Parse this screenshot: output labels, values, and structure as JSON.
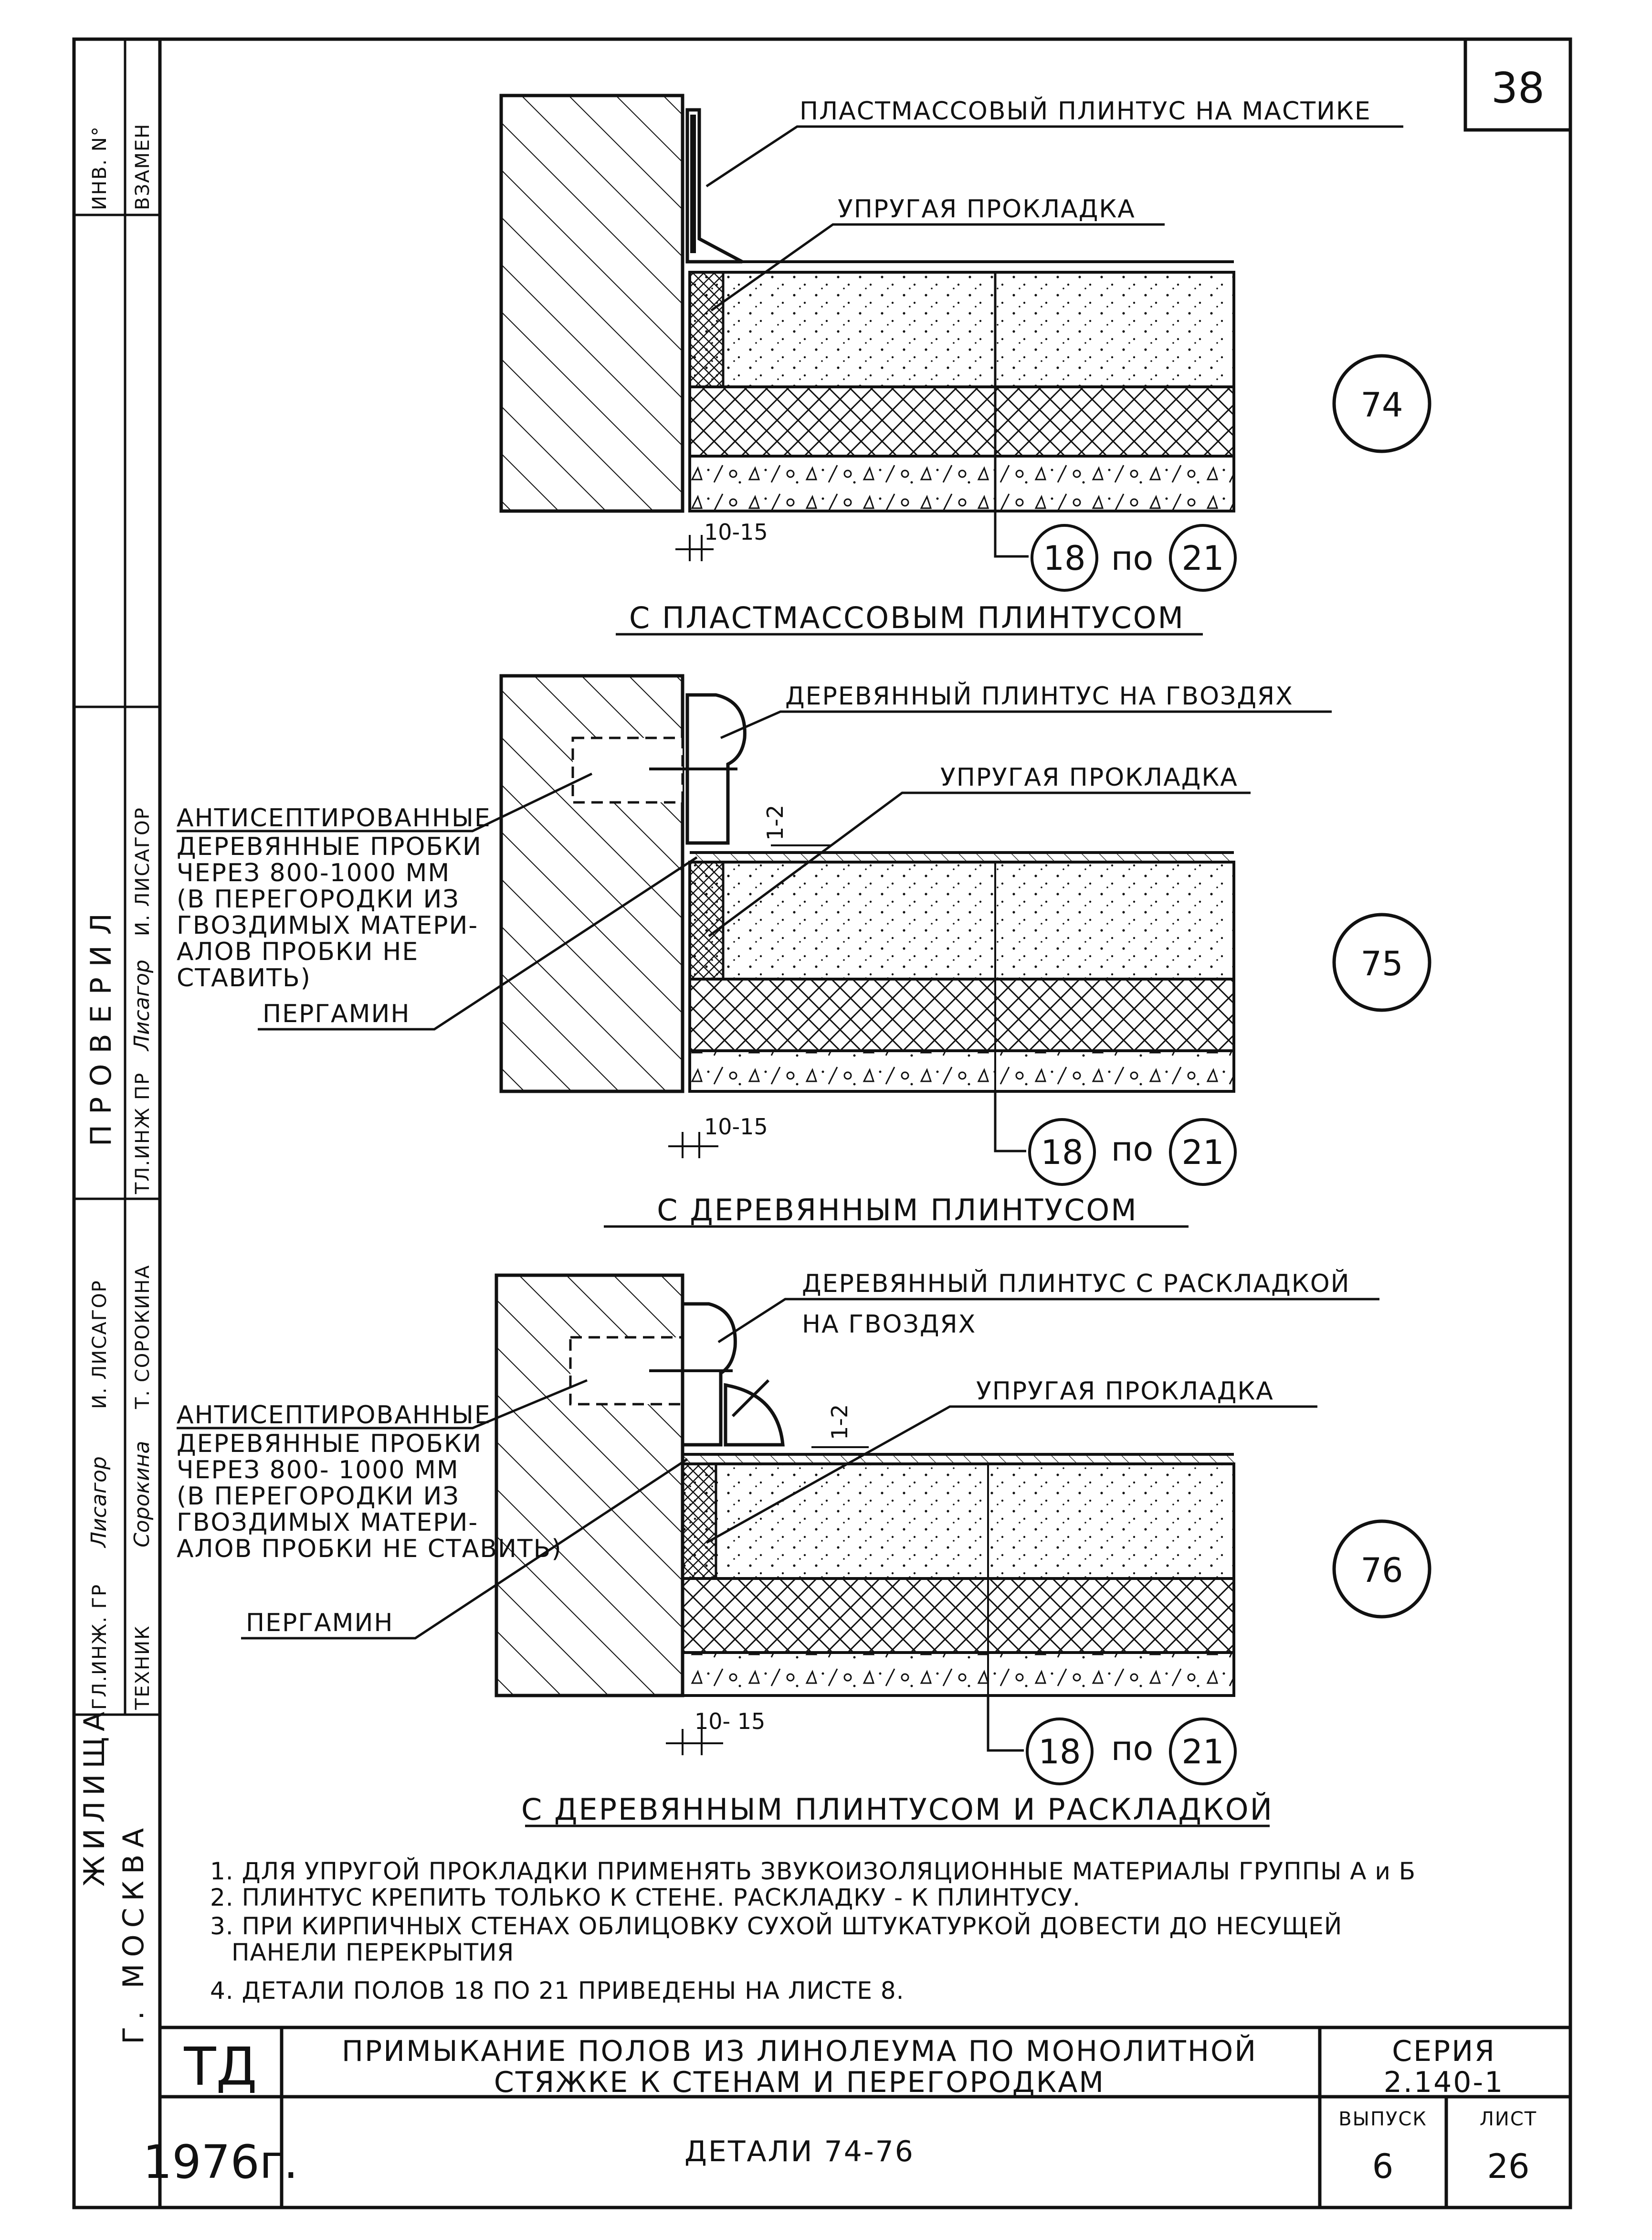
{
  "sheet_number": "38",
  "side_strip": {
    "inv_no": "ИНВ. N°",
    "vzamen": "ВЗАМЕН",
    "proveril": "ПРОВЕРИЛ",
    "tl_inzh_pr": "ТЛ.ИНЖ ПР",
    "lisagor_1": "И. ЛИСАГОР",
    "sorokina": "Т. СОРОКИНА",
    "lisagor_2": "И. ЛИСАГОР",
    "gl_inzh_gr": "ГЛ.ИНЖ. ГР",
    "tekhnik": "ТЕХНИК",
    "org": "ЖИЛИЩА",
    "city": "Г. МОСКВА"
  },
  "details": [
    {
      "number": "74",
      "caption": "С ПЛАСТМАССОВЫМ ПЛИНТУСОМ",
      "labels": {
        "plinth": "ПЛАСТМАССОВЫЙ ПЛИНТУС НА МАСТИКЕ",
        "gasket": "УПРУГАЯ ПРОКЛАДКА"
      },
      "dim_gap": "10-15",
      "ref_from": "18",
      "ref_word": "по",
      "ref_to": "21"
    },
    {
      "number": "75",
      "caption": "С ДЕРЕВЯННЫМ ПЛИНТУСОМ",
      "labels": {
        "plinth": "ДЕРЕВЯННЫЙ ПЛИНТУС НА ГВОЗДЯХ",
        "gasket": "УПРУГАЯ ПРОКЛАДКА",
        "plugs": [
          "АНТИСЕПТИРОВАННЫЕ",
          "ДЕРЕВЯННЫЕ ПРОБКИ",
          "ЧЕРЕЗ 800-1000 ММ",
          "(В ПЕРЕГОРОДКИ ИЗ",
          "ГВОЗДИМЫХ МАТЕРИ-",
          "АЛОВ ПРОБКИ НЕ",
          "СТАВИТЬ)"
        ],
        "pergamin": "ПЕРГАМИН"
      },
      "dim_gap": "10-15",
      "dim_small": "1-2",
      "ref_from": "18",
      "ref_word": "по",
      "ref_to": "21"
    },
    {
      "number": "76",
      "caption": "С ДЕРЕВЯННЫМ ПЛИНТУСОМ И РАСКЛАДКОЙ",
      "labels": {
        "plinth": [
          "ДЕРЕВЯННЫЙ ПЛИНТУС С РАСКЛАДКОЙ",
          "НА ГВОЗДЯХ"
        ],
        "gasket": "УПРУГАЯ ПРОКЛАДКА",
        "plugs": [
          "АНТИСЕПТИРОВАННЫЕ",
          "ДЕРЕВЯННЫЕ ПРОБКИ",
          "ЧЕРЕЗ 800- 1000 ММ",
          "(В ПЕРЕГОРОДКИ ИЗ",
          "ГВОЗДИМЫХ МАТЕРИ-",
          "АЛОВ ПРОБКИ НЕ СТАВИТЬ)"
        ],
        "pergamin": "ПЕРГАМИН"
      },
      "dim_gap": "10- 15",
      "dim_small": "1-2",
      "ref_from": "18",
      "ref_word": "по",
      "ref_to": "21"
    }
  ],
  "notes": [
    "1. ДЛЯ УПРУГОЙ ПРОКЛАДКИ ПРИМЕНЯТЬ ЗВУКОИЗОЛЯЦИОННЫЕ МАТЕРИАЛЫ ГРУППЫ А и Б",
    "2. ПЛИНТУС КРЕПИТЬ ТОЛЬКО К СТЕНЕ. РАСКЛАДКУ - К ПЛИНТУСУ.",
    "3. ПРИ КИРПИЧНЫХ СТЕНАХ ОБЛИЦОВКУ СУХОЙ ШТУКАТУРКОЙ ДОВЕСТИ ДО НЕСУЩЕЙ",
    "ПАНЕЛИ ПЕРЕКРЫТИЯ",
    "4. ДЕТАЛИ ПОЛОВ 18 ПО 21 ПРИВЕДЕНЫ НА ЛИСТЕ 8."
  ],
  "title_block": {
    "code": "ТД",
    "year": "1976г.",
    "title_line1": "ПРИМЫКАНИЕ ПОЛОВ ИЗ ЛИНОЛЕУМА ПО МОНОЛИТНОЙ",
    "title_line2": "СТЯЖКЕ К СТЕНАМ И ПЕРЕГОРОДКАМ",
    "subtitle": "ДЕТАЛИ 74-76",
    "series_label": "СЕРИЯ",
    "series_value": "2.140-1",
    "issue_label": "ВЫПУСК",
    "issue_value": "6",
    "sheet_label": "ЛИСТ",
    "sheet_value": "26"
  }
}
